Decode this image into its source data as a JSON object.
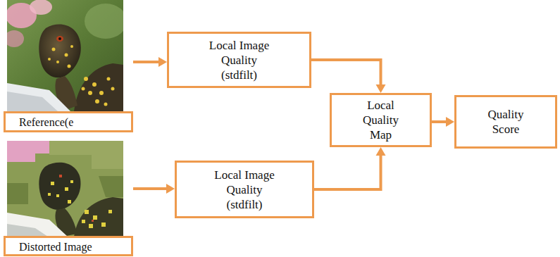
{
  "diagram": {
    "nodes": [
      {
        "text": [
          "Reference(e"
        ]
      },
      {
        "text": [
          "Local Image Quality (stdfilt)"
        ]
      },
      {
        "text": [
          "Local Quality Map"
        ]
      },
      {
        "text": [
          "Quality Score"
        ]
      },
      {
        "text": [
          "Distorted Image"
        ]
      },
      {
        "text": [
          "Local Image Quality (stdfilt)"
        ]
      }
    ],
    "edges": [
      {
        "from": 0,
        "to": 1,
        "arrow": "to"
      },
      {
        "from": 4,
        "to": 5,
        "arrow": "to"
      },
      {
        "from": 1,
        "to": 2,
        "arrow": "to"
      },
      {
        "from": 5,
        "to": 2,
        "arrow": "to"
      },
      {
        "from": 2,
        "to": 3,
        "arrow": "to"
      }
    ]
  }
}
